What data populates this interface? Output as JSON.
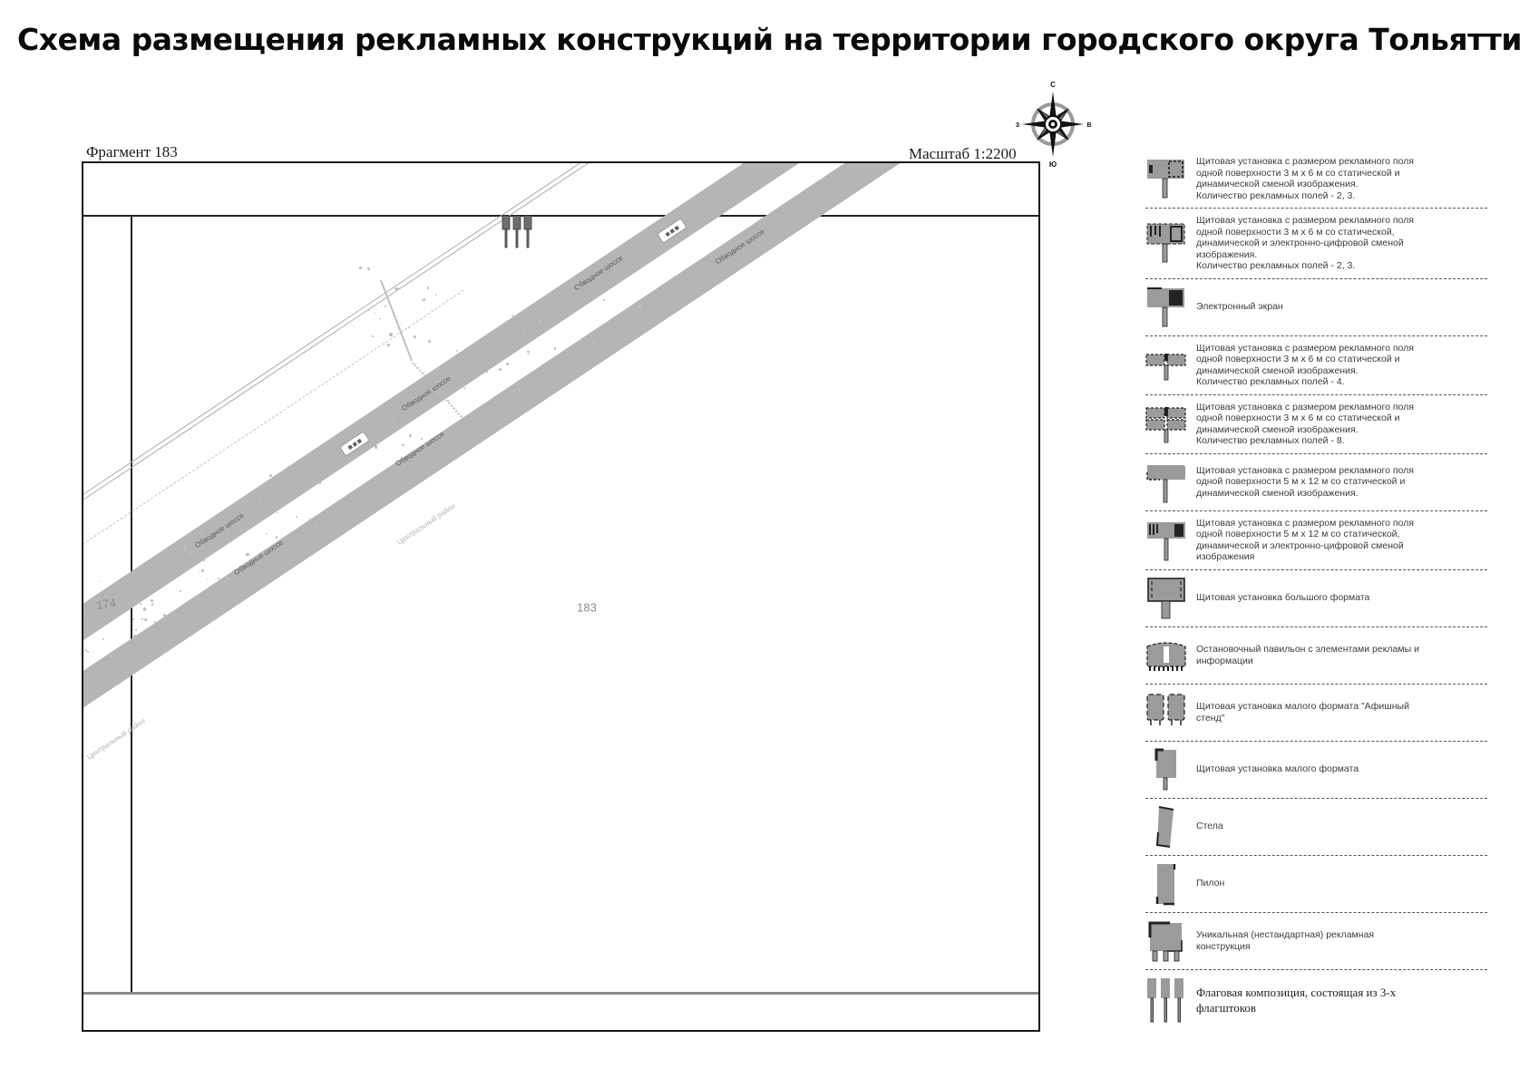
{
  "title": "Схема размещения рекламных конструкций на территории городского округа Тольятти",
  "map": {
    "fragment_label": "Фрагмент 183",
    "scale_label": "Масштаб 1:2200",
    "fragment_number": "183",
    "adjacent_fragment_number": "174",
    "road_name": "Обводное шоссе",
    "district_label": "Центральный район",
    "compass": {
      "north": "С",
      "south": "Ю",
      "east": "В",
      "west": "З"
    },
    "colors": {
      "road": "#b5b5b5",
      "marker": "#6e6e6e",
      "legend_icon": "#9b9b9b"
    }
  },
  "legend": {
    "items": [
      {
        "icon": "billboard-3x6-static-icon",
        "label": "Щитовая установка с размером рекламного поля одной поверхности 3 м х 6 м со статической и динамической сменой изображения.",
        "sublabel": "Количество рекламных полей - 2, 3."
      },
      {
        "icon": "billboard-3x6-digital-icon",
        "label": "Щитовая установка с размером рекламного поля одной поверхности 3 м х 6 м со статической, динамической и электронно-цифровой сменой изображения.",
        "sublabel": "Количество рекламных полей - 2, 3."
      },
      {
        "icon": "electronic-screen-icon",
        "label": "Электронный экран"
      },
      {
        "icon": "billboard-3x6-4fields-icon",
        "label": "Щитовая установка с размером рекламного поля одной поверхности 3 м х 6 м со статической и динамической сменой изображения.",
        "sublabel": "Количество рекламных полей - 4."
      },
      {
        "icon": "billboard-3x6-8fields-icon",
        "label": "Щитовая установка с размером рекламного поля одной поверхности 3 м х 6 м со статической и динамической сменой изображения.",
        "sublabel": "Количество рекламных полей - 8."
      },
      {
        "icon": "billboard-5x12-static-icon",
        "label": "Щитовая установка с размером рекламного поля одной поверхности 5 м х 12 м со статической и динамической сменой изображения."
      },
      {
        "icon": "billboard-5x12-digital-icon",
        "label": "Щитовая установка с размером рекламного поля одной поверхности 5 м х 12 м со статической, динамической и электронно-цифровой сменой изображения"
      },
      {
        "icon": "billboard-large-format-icon",
        "label": "Щитовая установка большого формата"
      },
      {
        "icon": "bus-pavilion-icon",
        "label": "Остановочный павильон с элементами рекламы и информации"
      },
      {
        "icon": "poster-stand-icon",
        "label": "Щитовая установка малого формата \"Афишный стенд\""
      },
      {
        "icon": "small-format-icon",
        "label": "Щитовая установка малого формата"
      },
      {
        "icon": "stela-icon",
        "label": "Стела"
      },
      {
        "icon": "pylon-icon",
        "label": "Пилон"
      },
      {
        "icon": "unique-construction-icon",
        "label": "Уникальная (нестандартная) рекламная конструкция"
      },
      {
        "icon": "flag-composition-icon",
        "serif": true,
        "label": "Флаговая композиция, состоящая из 3-х флагштоков"
      }
    ]
  }
}
